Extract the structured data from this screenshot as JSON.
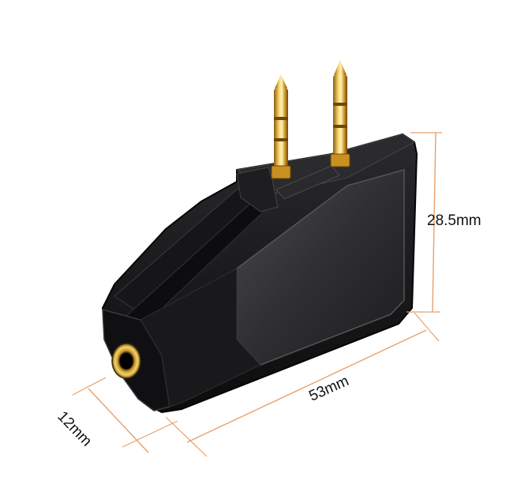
{
  "dimensions": {
    "height": "28.5mm",
    "length": "53mm",
    "width": "12mm"
  },
  "colors": {
    "dimension_line": "#e8a06a",
    "body": "#1b1b1d",
    "gold": "#d4a12a"
  }
}
